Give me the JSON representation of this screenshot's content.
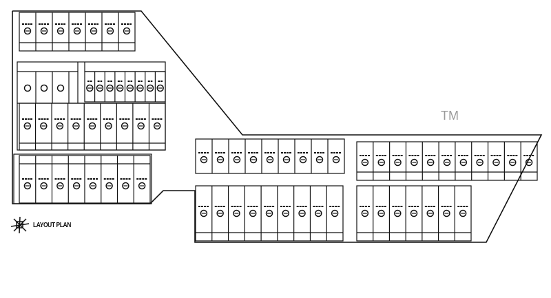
{
  "trademark": "TM",
  "legend": {
    "label": "LAYOUT PLAN",
    "icon": "compass-rose-icon"
  },
  "colors": {
    "line": "#111111",
    "background": "#ffffff"
  },
  "blocks": [
    {
      "name": "block-top-left",
      "plots": 7
    },
    {
      "name": "block-middle-left-upper",
      "plots": 8
    },
    {
      "name": "block-middle-left-lower",
      "plots": 9
    },
    {
      "name": "block-bottom-left",
      "plots": 8
    },
    {
      "name": "block-right-upper-west",
      "plots": 9
    },
    {
      "name": "block-right-upper-east",
      "plots": 11
    },
    {
      "name": "block-right-lower-west",
      "plots": 9
    },
    {
      "name": "block-right-lower-east",
      "plots": 7
    }
  ]
}
